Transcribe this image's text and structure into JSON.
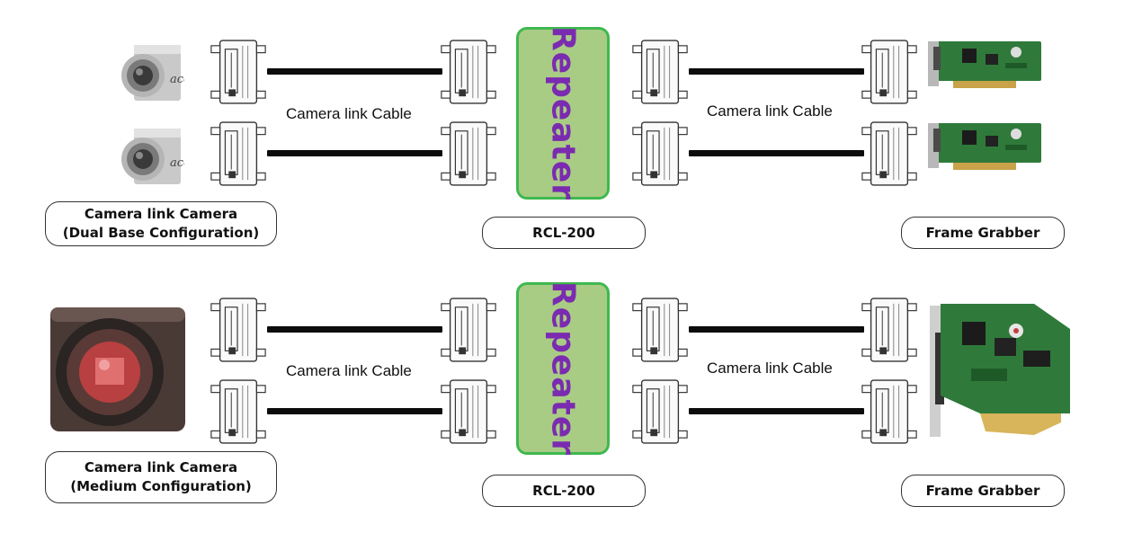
{
  "sections": [
    {
      "camera_label": {
        "line1": "Camera link Camera",
        "line2": "(Dual Base Configuration)"
      },
      "cable_label_left": "Camera link Cable",
      "cable_label_right": "Camera link Cable",
      "repeater_text": "Repeater",
      "repeater_model": "RCL-200",
      "grabber_label": "Frame Grabber",
      "camera_brand": "ace"
    },
    {
      "camera_label": {
        "line1": "Camera link Camera",
        "line2": "(Medium Configuration)"
      },
      "cable_label_left": "Camera link Cable",
      "cable_label_right": "Camera link Cable",
      "repeater_text": "Repeater",
      "repeater_model": "RCL-200",
      "grabber_label": "Frame Grabber"
    }
  ],
  "colors": {
    "repeater_fill": "#a9cc85",
    "repeater_border": "#3fb84f",
    "repeater_text": "#7a2bb0",
    "cable": "#0c0c0c",
    "pcb_green": "#2f7a3a"
  }
}
